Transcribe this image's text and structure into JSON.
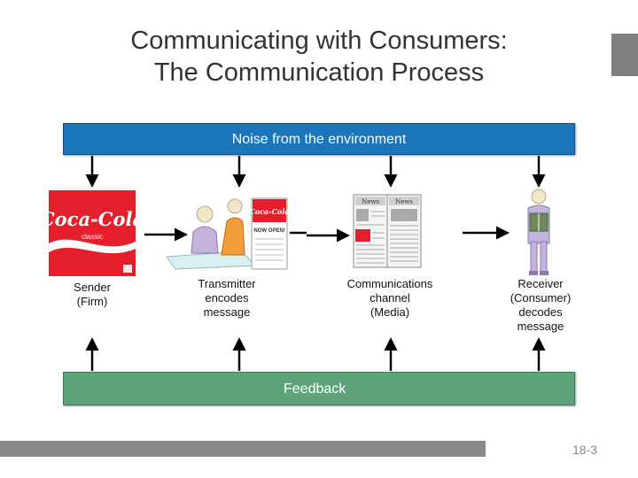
{
  "slide": {
    "title_line1": "Communicating with Consumers:",
    "title_line2": "The Communication Process",
    "page_number": "18-3"
  },
  "noise": {
    "label": "Noise from the environment",
    "color": "#1b75bb"
  },
  "feedback": {
    "label": "Feedback",
    "color": "#5ea37a"
  },
  "stages": [
    {
      "line1": "Sender",
      "line2": "(Firm)",
      "line3": "",
      "line4": ""
    },
    {
      "line1": "Transmitter",
      "line2": "encodes",
      "line3": "message",
      "line4": ""
    },
    {
      "line1": "Communications",
      "line2": "channel",
      "line3": "(Media)",
      "line4": ""
    },
    {
      "line1": "Receiver",
      "line2": "(Consumer)",
      "line3": "decodes",
      "line4": "message"
    }
  ],
  "images": {
    "sender_logo_line1": "Coca-Cola",
    "sender_logo_line2": "classic",
    "transmitter_sign": "NOW OPEN!",
    "transmitter_logo": "Coca-Cola",
    "newspaper_left": "News",
    "newspaper_right": "News",
    "brand_color": "#e41e2b"
  }
}
